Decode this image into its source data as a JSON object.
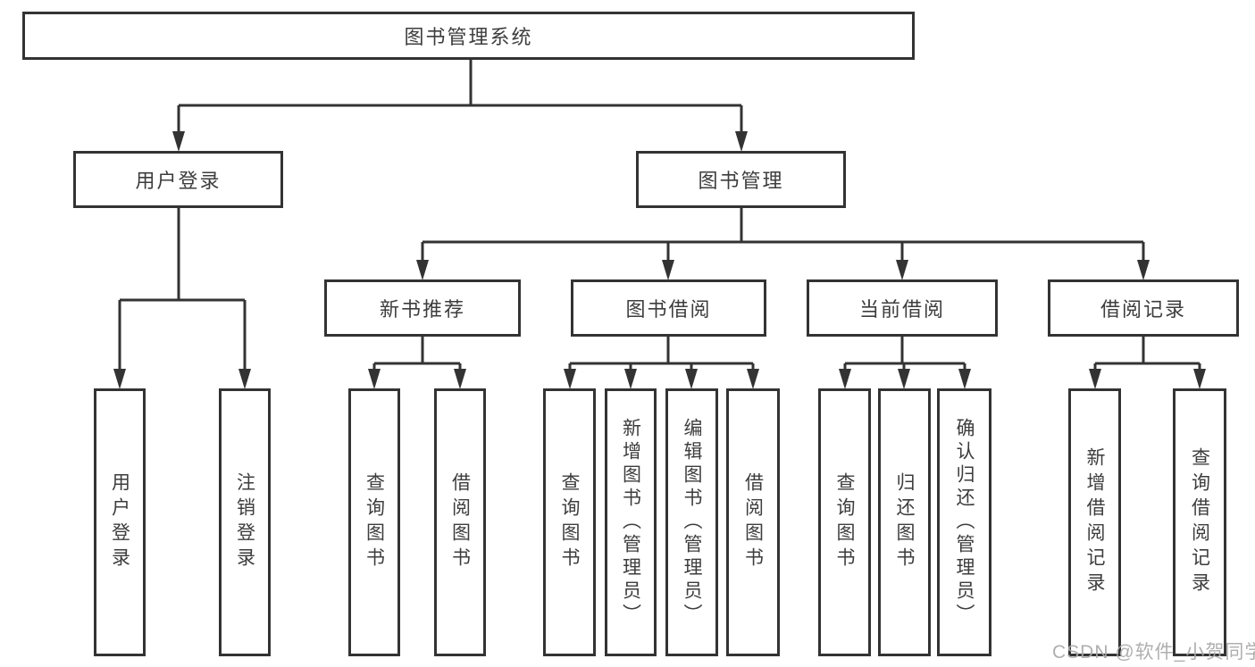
{
  "diagram": {
    "root": {
      "label": "图书管理系统"
    },
    "user_login": {
      "label": "用户登录",
      "children": [
        {
          "label": "用户登录"
        },
        {
          "label": "注销登录"
        }
      ]
    },
    "book_mgmt": {
      "label": "图书管理",
      "children": [
        {
          "label": "新书推荐",
          "children": [
            {
              "label": "查询图书"
            },
            {
              "label": "借阅图书"
            }
          ]
        },
        {
          "label": "图书借阅",
          "children": [
            {
              "label": "查询图书"
            },
            {
              "label": "新增图书（管理员）"
            },
            {
              "label": "编辑图书（管理员）"
            },
            {
              "label": "借阅图书"
            }
          ]
        },
        {
          "label": "当前借阅",
          "children": [
            {
              "label": "查询图书"
            },
            {
              "label": "归还图书"
            },
            {
              "label": "确认归还（管理员）"
            }
          ]
        },
        {
          "label": "借阅记录",
          "children": [
            {
              "label": "新增借阅记录"
            },
            {
              "label": "查询借阅记录"
            }
          ]
        }
      ]
    }
  },
  "watermark": {
    "text": "CSDN @软件_小贺同学"
  },
  "colors": {
    "line": "#333333",
    "text": "#3d3d3d",
    "background": "#ffffff",
    "watermark": "#a9a9a9"
  }
}
